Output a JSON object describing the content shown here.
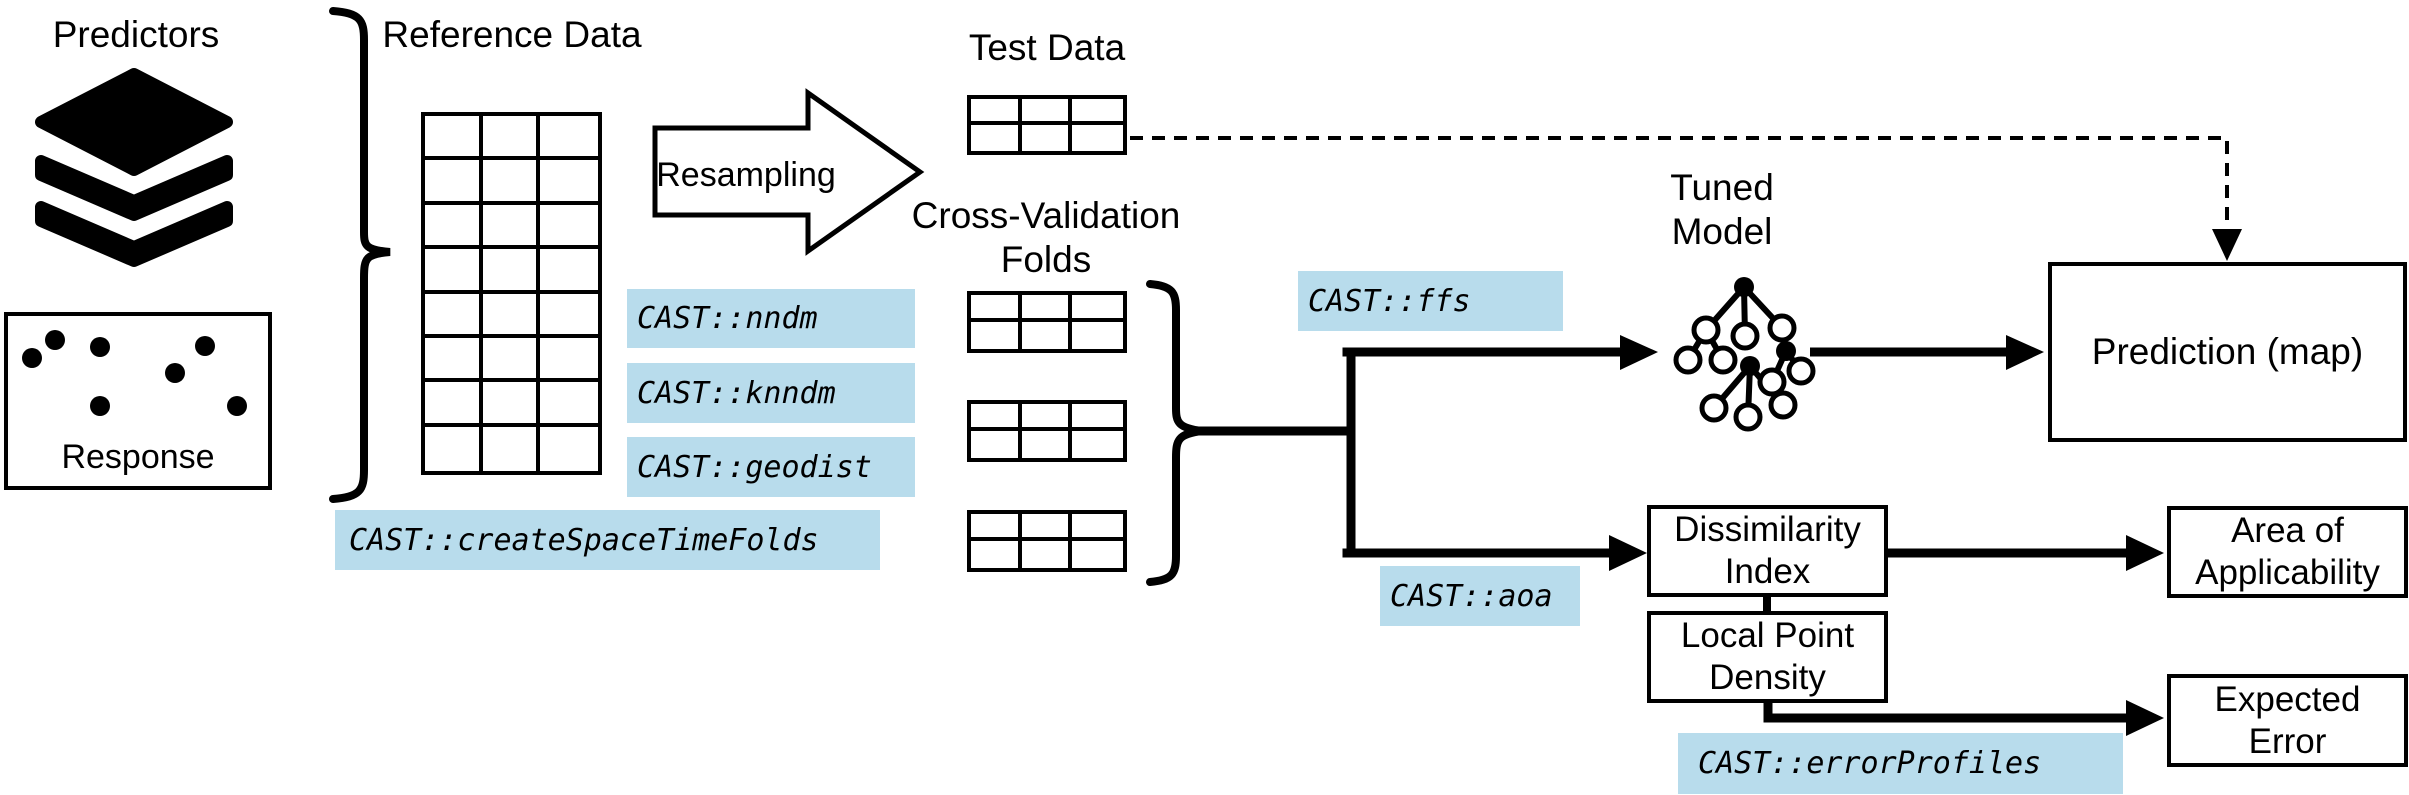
{
  "diagram": {
    "title_labels": {
      "predictors": "Predictors",
      "response": "Response",
      "reference_data": "Reference Data",
      "resampling": "Resampling",
      "test_data": "Test Data",
      "cv_folds_line1": "Cross-Validation",
      "cv_folds_line2": "Folds",
      "tuned_model_line1": "Tuned",
      "tuned_model_line2": "Model"
    },
    "boxes": {
      "prediction": {
        "label": "Prediction (map)"
      },
      "dissimilarity": {
        "line1": "Dissimilarity",
        "line2": "Index"
      },
      "local_point": {
        "line1": "Local Point",
        "line2": "Density"
      },
      "area": {
        "line1": "Area of",
        "line2": "Applicability"
      },
      "expected": {
        "line1": "Expected",
        "line2": "Error"
      }
    },
    "code_labels": {
      "nndm": "CAST::nndm",
      "knndm": "CAST::knndm",
      "geodist": "CAST::geodist",
      "create_space_time_folds": "CAST::createSpaceTimeFolds",
      "ffs": "CAST::ffs",
      "aoa": "CAST::aoa",
      "error_profiles": "CAST::errorProfiles"
    },
    "colors": {
      "code_highlight": "#b8dcec",
      "ink": "#000000",
      "background": "#ffffff"
    }
  }
}
